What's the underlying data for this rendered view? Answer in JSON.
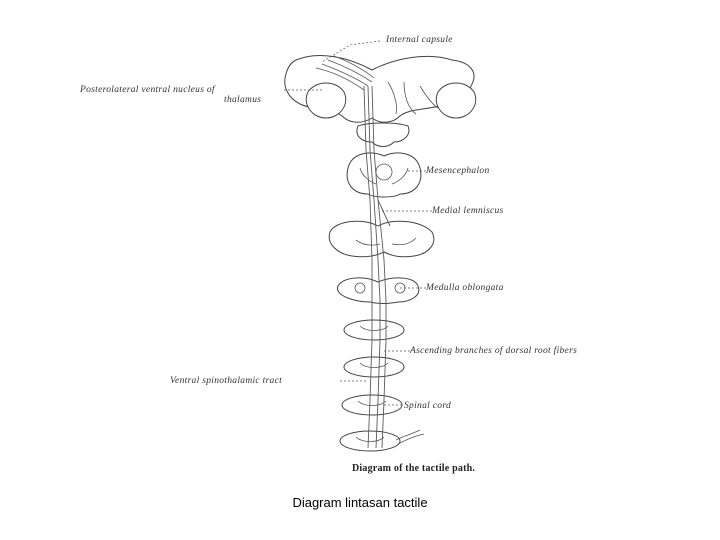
{
  "diagram": {
    "labels": {
      "internal_capsule": "Internal capsule",
      "posterolateral_line1": "Posterolateral ventral nucleus of",
      "posterolateral_line2": "thalamus",
      "mesencephalon": "Mesencephalon",
      "medial_lemniscus": "Medial lemniscus",
      "medulla_oblongata": "Medulla oblongata",
      "ascending_branches": "Ascending branches of dorsal root fibers",
      "ventral_spinothalamic": "Ventral spinothalamic tract",
      "spinal_cord": "Spinal cord"
    },
    "figure_caption": "Diagram of the tactile path."
  },
  "slide": {
    "caption": "Diagram lintasan tactile"
  }
}
